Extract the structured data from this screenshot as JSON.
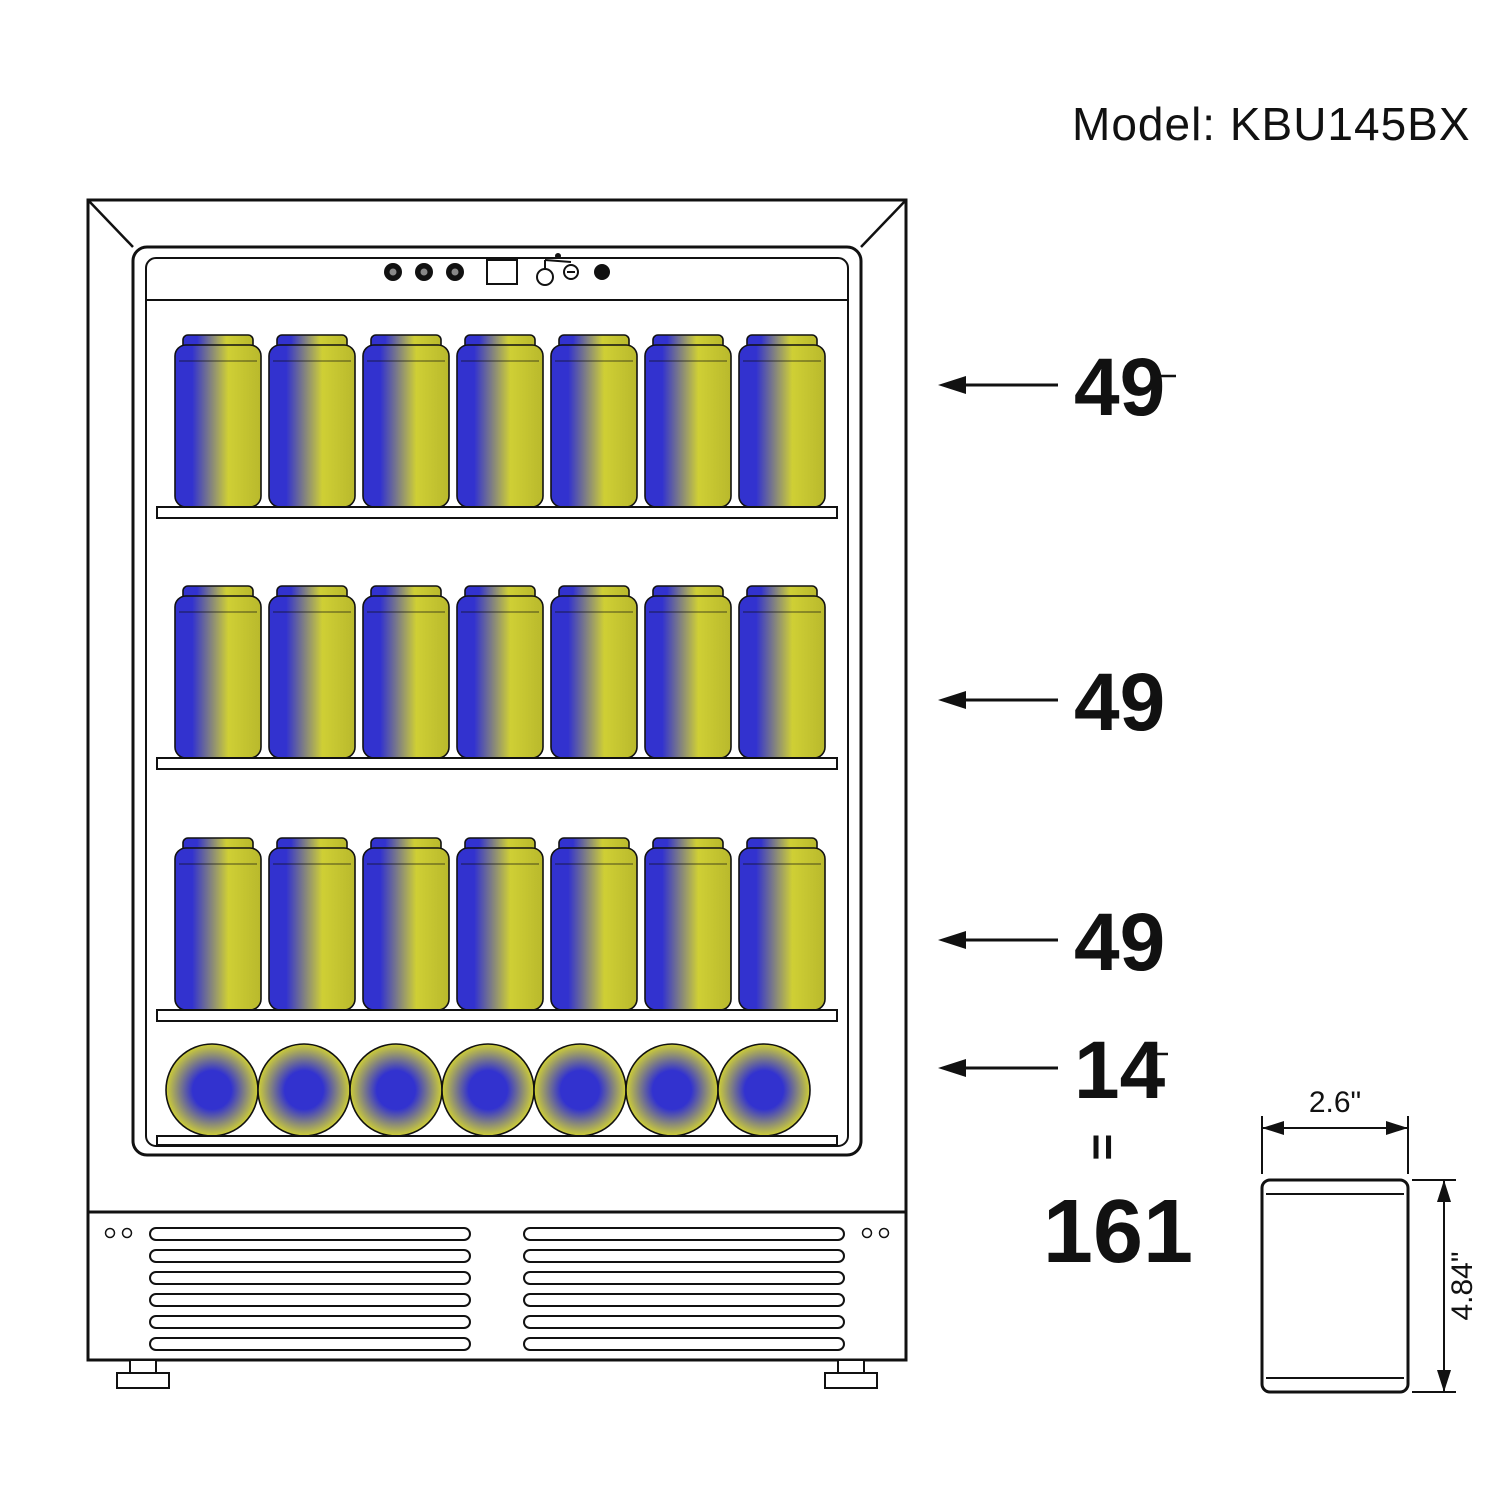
{
  "title": {
    "model_label": "Model: KBU145BX"
  },
  "dimensions": {
    "shelf_rows": [
      {
        "label": "49"
      },
      {
        "label": "49"
      },
      {
        "label": "49"
      },
      {
        "label": "14"
      }
    ],
    "equals_sign": "=",
    "total": "161"
  },
  "can_detail": {
    "width_label": "2.6\"",
    "height_label": "4.84\""
  },
  "colors": {
    "line": "#111111",
    "can_blue": "#3232cf",
    "can_yellow": "#cfcf35",
    "can_yellow_dark": "#b9b92c"
  }
}
